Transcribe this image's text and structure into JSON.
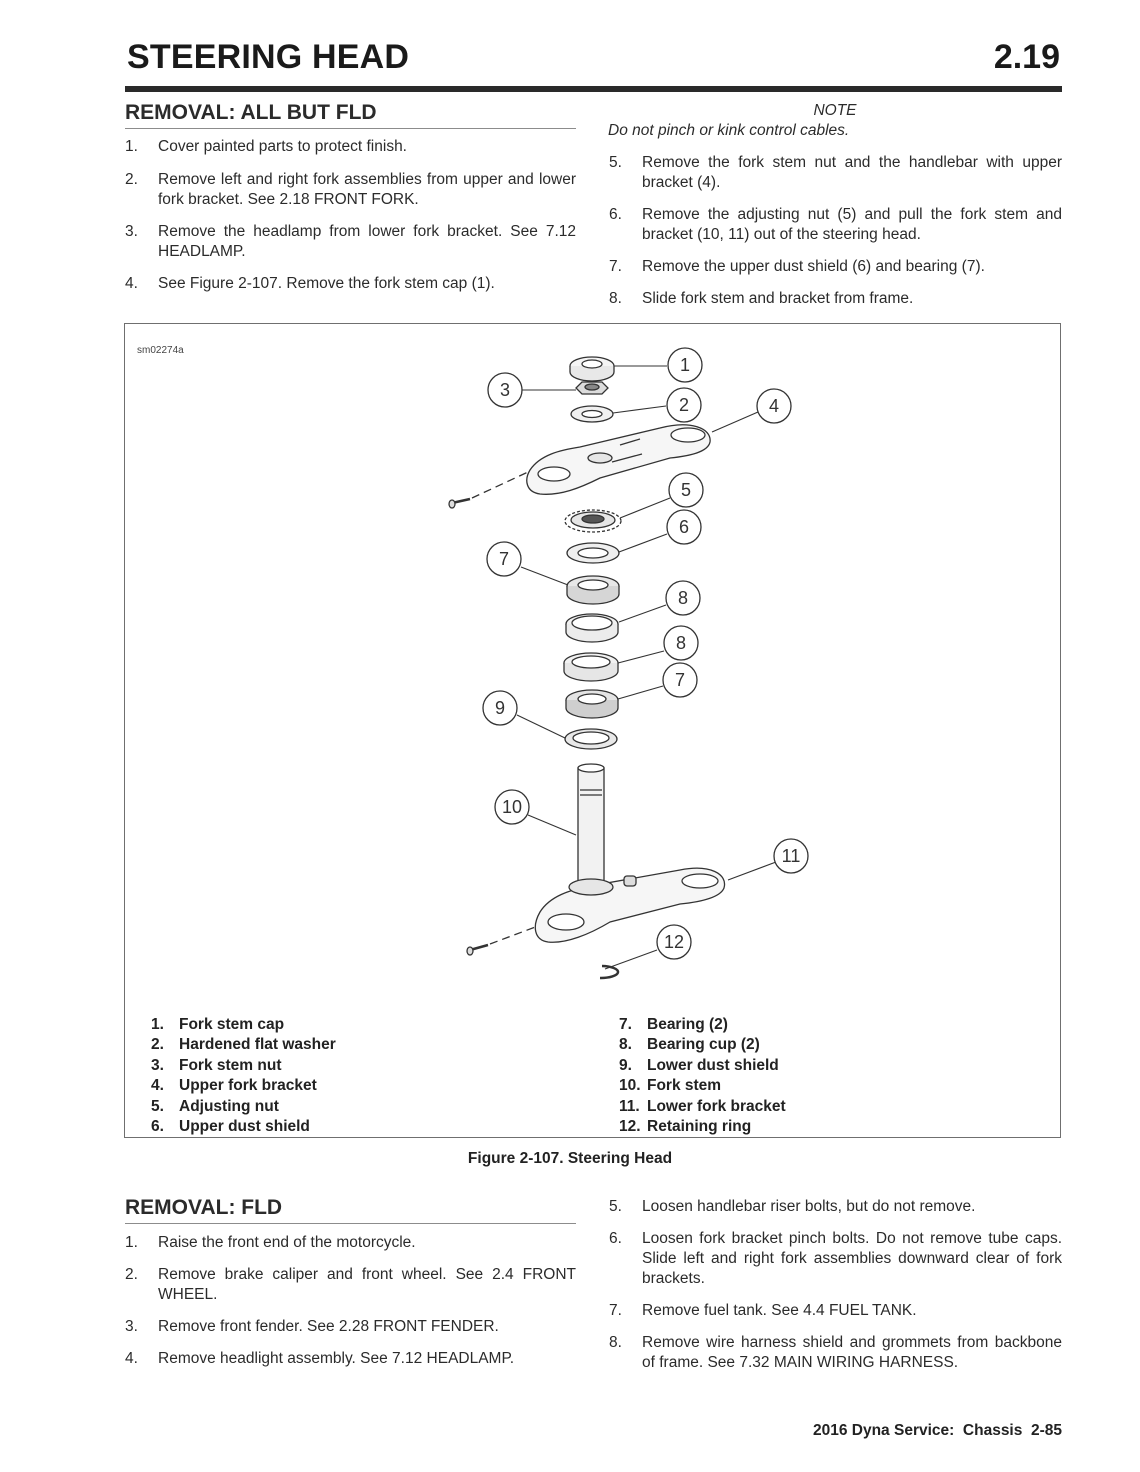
{
  "header": {
    "title": "STEERING HEAD",
    "section": "2.19"
  },
  "removal_all_but_fld": {
    "heading": "REMOVAL: ALL BUT FLD",
    "steps": [
      {
        "num": "1.",
        "text": "Cover painted parts to protect finish."
      },
      {
        "num": "2.",
        "text": "Remove left and right fork assemblies from upper and lower fork bracket. See 2.18 FRONT FORK."
      },
      {
        "num": "3.",
        "text": "Remove the headlamp from lower fork bracket. See 7.12 HEADLAMP."
      },
      {
        "num": "4.",
        "text": "See Figure 2-107. Remove the fork stem cap (1)."
      }
    ],
    "note_title": "NOTE",
    "note_text": "Do not pinch or kink control cables.",
    "steps_right": [
      {
        "num": "5.",
        "text": "Remove the fork stem nut and the handlebar with upper bracket (4)."
      },
      {
        "num": "6.",
        "text": "Remove the adjusting nut (5) and pull the fork stem and bracket (10, 11) out of the steering head."
      },
      {
        "num": "7.",
        "text": "Remove the upper dust shield (6) and bearing (7)."
      },
      {
        "num": "8.",
        "text": "Slide fork stem and bracket from frame."
      }
    ]
  },
  "figure": {
    "id": "sm02274a",
    "caption": "Figure 2-107. Steering Head",
    "callouts": [
      "1",
      "2",
      "3",
      "4",
      "5",
      "6",
      "7",
      "8",
      "8",
      "7",
      "9",
      "10",
      "11",
      "12"
    ],
    "legend_left": [
      {
        "num": "1.",
        "label": "Fork stem cap"
      },
      {
        "num": "2.",
        "label": "Hardened flat washer"
      },
      {
        "num": "3.",
        "label": "Fork stem nut"
      },
      {
        "num": "4.",
        "label": "Upper fork bracket"
      },
      {
        "num": "5.",
        "label": "Adjusting nut"
      },
      {
        "num": "6.",
        "label": "Upper dust shield"
      }
    ],
    "legend_right": [
      {
        "num": "7.",
        "label": "Bearing (2)"
      },
      {
        "num": "8.",
        "label": "Bearing cup (2)"
      },
      {
        "num": "9.",
        "label": "Lower dust shield"
      },
      {
        "num": "10.",
        "label": "Fork stem"
      },
      {
        "num": "11.",
        "label": "Lower fork bracket"
      },
      {
        "num": "12.",
        "label": "Retaining ring"
      }
    ]
  },
  "removal_fld": {
    "heading": "REMOVAL: FLD",
    "steps": [
      {
        "num": "1.",
        "text": "Raise the front end of the motorcycle."
      },
      {
        "num": "2.",
        "text": "Remove brake caliper and front wheel. See 2.4 FRONT WHEEL."
      },
      {
        "num": "3.",
        "text": "Remove front fender. See 2.28 FRONT FENDER."
      },
      {
        "num": "4.",
        "text": "Remove headlight assembly. See 7.12 HEADLAMP."
      }
    ],
    "steps_right": [
      {
        "num": "5.",
        "text": "Loosen handlebar riser bolts, but do not remove."
      },
      {
        "num": "6.",
        "text": "Loosen fork bracket pinch bolts. Do not remove tube caps. Slide left and right fork assemblies downward clear of fork brackets."
      },
      {
        "num": "7.",
        "text": "Remove fuel tank. See 4.4 FUEL TANK."
      },
      {
        "num": "8.",
        "text": "Remove wire harness shield and grommets from backbone of frame. See 7.32 MAIN WIRING HARNESS."
      }
    ]
  },
  "footer": {
    "text": "2016 Dyna Service:  Chassis  2-85"
  }
}
